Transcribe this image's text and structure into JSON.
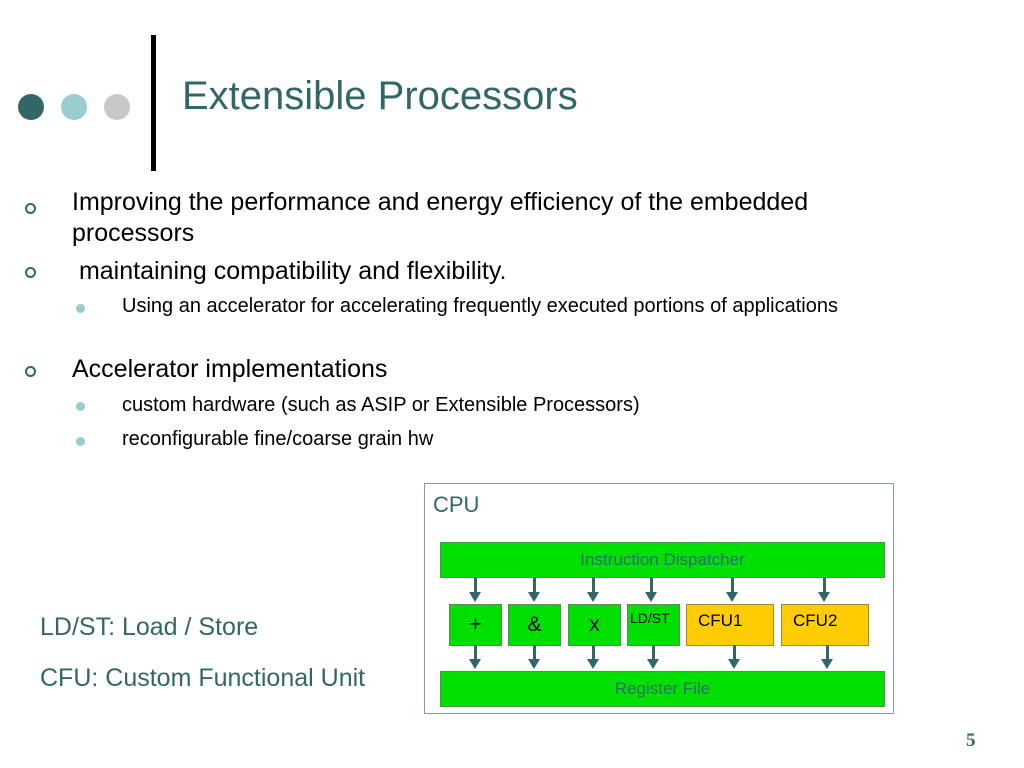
{
  "slide": {
    "title": "Extensible Processors",
    "page_number": "5"
  },
  "bullets": [
    {
      "text": "Improving the performance and energy efficiency of the embedded processors",
      "level": 1
    },
    {
      "text": " maintaining compatibility and flexibility.",
      "level": 1
    },
    {
      "text": "Using an accelerator for accelerating frequently executed portions of applications",
      "level": 2
    },
    {
      "text": "Accelerator implementations",
      "level": 1
    },
    {
      "text": "custom hardware (such as ASIP or Extensible Processors)",
      "level": 2
    },
    {
      "text": "reconfigurable fine/coarse grain hw",
      "level": 2
    }
  ],
  "definitions": [
    "LD/ST: Load / Store",
    "CFU: Custom Functional Unit"
  ],
  "diagram": {
    "cpu_label": "CPU",
    "dispatcher": "Instruction Dispatcher",
    "register_file": "Register File",
    "units": [
      {
        "label": "+",
        "color": "#00e000"
      },
      {
        "label": "&",
        "color": "#00e000"
      },
      {
        "label": "x",
        "color": "#00e000"
      },
      {
        "label": "LD/ST",
        "color": "#00e000"
      },
      {
        "label": "CFU1",
        "color": "#ffcc00"
      },
      {
        "label": "CFU2",
        "color": "#ffcc00"
      }
    ]
  },
  "colors": {
    "accent": "#336666",
    "accent_light": "#99cccc",
    "unit_green": "#00e000",
    "unit_yellow": "#ffcc00"
  }
}
